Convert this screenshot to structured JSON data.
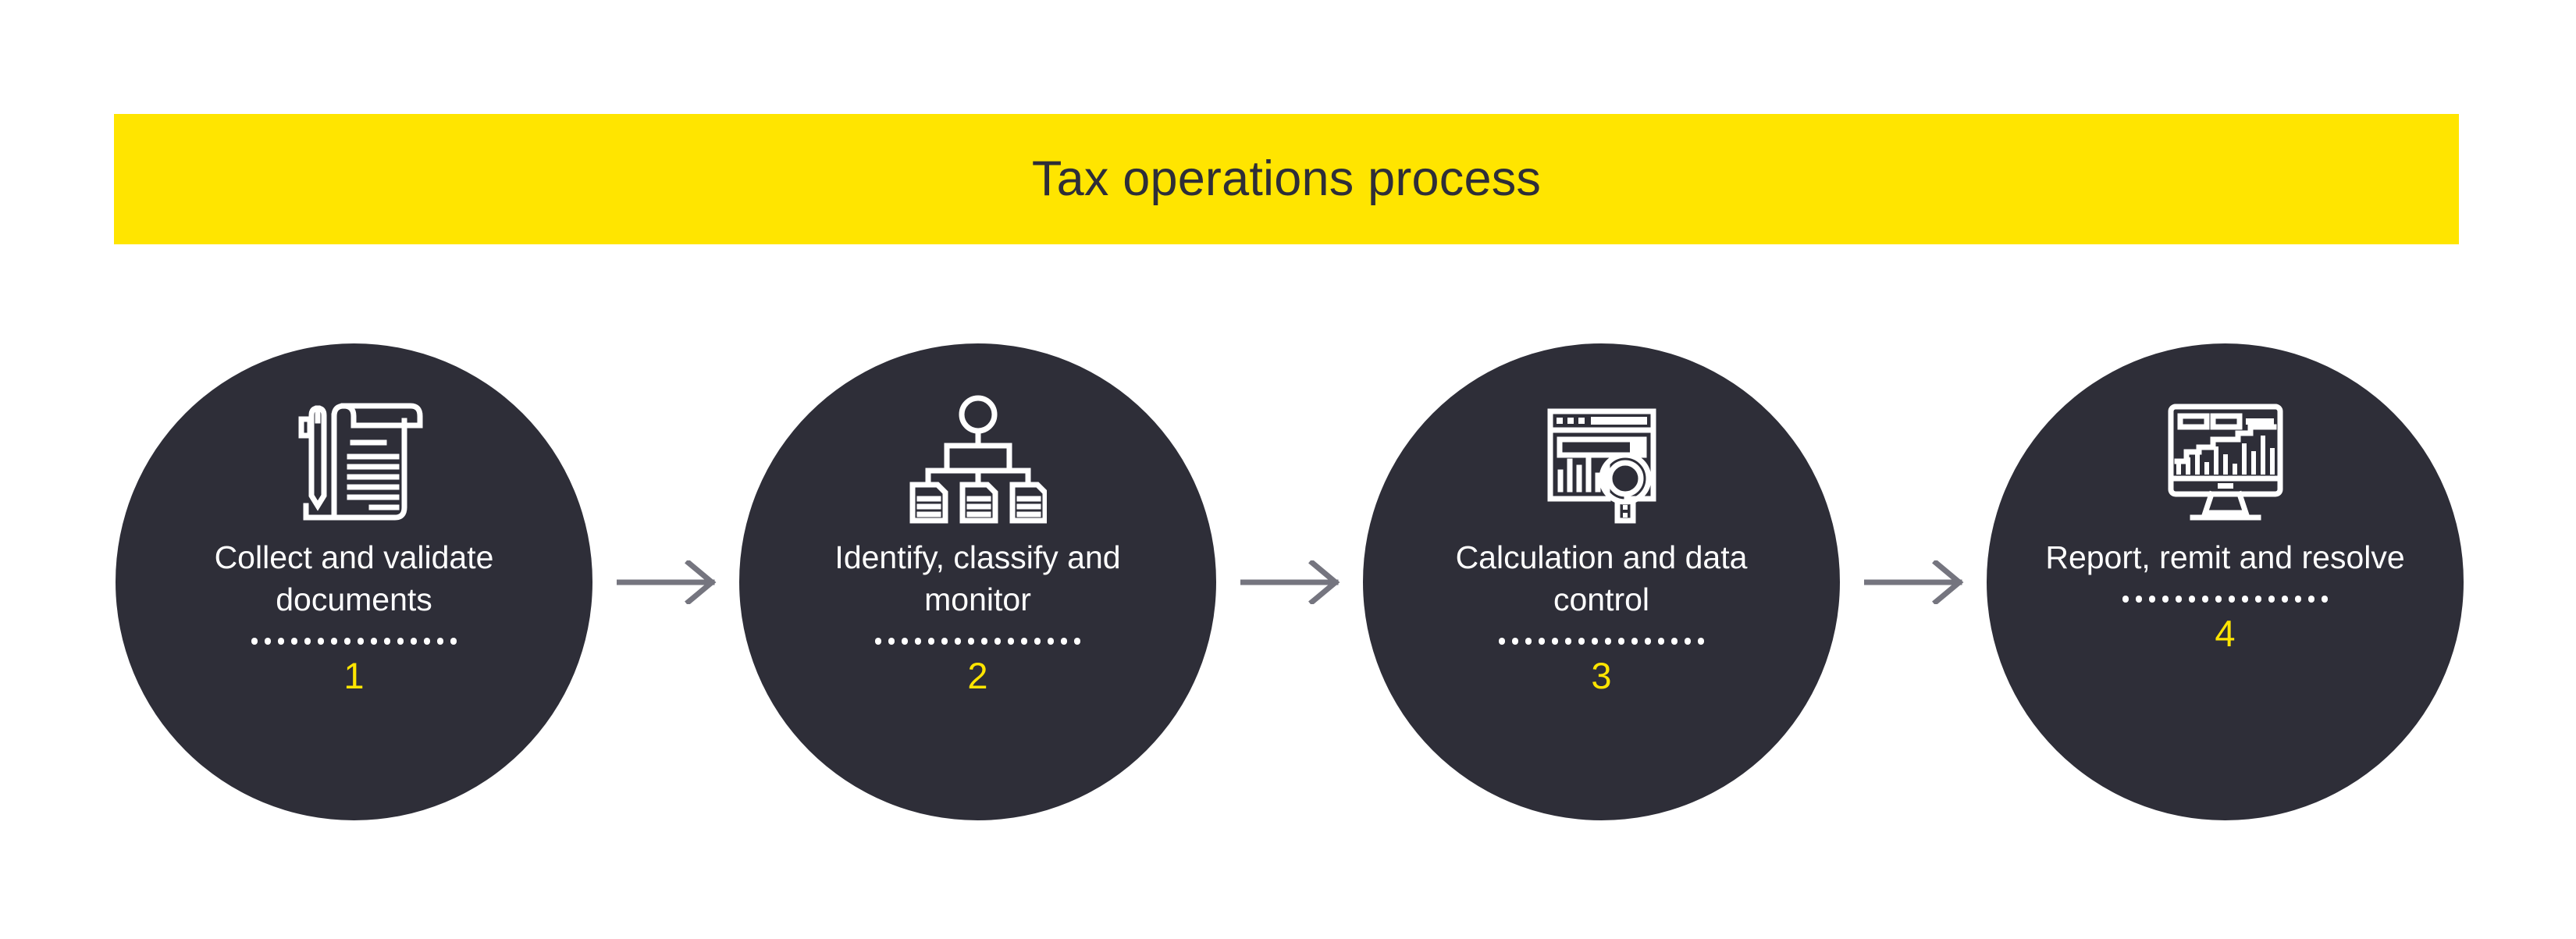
{
  "banner": {
    "title": "Tax operations process",
    "background_color": "#FFE500",
    "text_color": "#2E2E38"
  },
  "theme": {
    "circle_color": "#2E2E38",
    "accent_yellow": "#FFE500",
    "label_color": "#FFFFFF",
    "arrow_color": "#75757F",
    "page_background": "#FFFFFF"
  },
  "flow": {
    "divider_dot_count": 16,
    "steps": [
      {
        "label": "Collect and validate documents",
        "number": "1",
        "icon": "scroll-document-pen-icon"
      },
      {
        "label": "Identify, classify and monitor",
        "number": "2",
        "icon": "hierarchy-documents-icon"
      },
      {
        "label": "Calculation and data control",
        "number": "3",
        "icon": "browser-chart-magnifier-icon"
      },
      {
        "label": "Report, remit and resolve",
        "number": "4",
        "icon": "monitor-dashboard-chart-icon"
      }
    ],
    "connectors": [
      {
        "icon": "arrow-right-icon"
      },
      {
        "icon": "arrow-right-icon"
      },
      {
        "icon": "arrow-right-icon"
      }
    ]
  }
}
